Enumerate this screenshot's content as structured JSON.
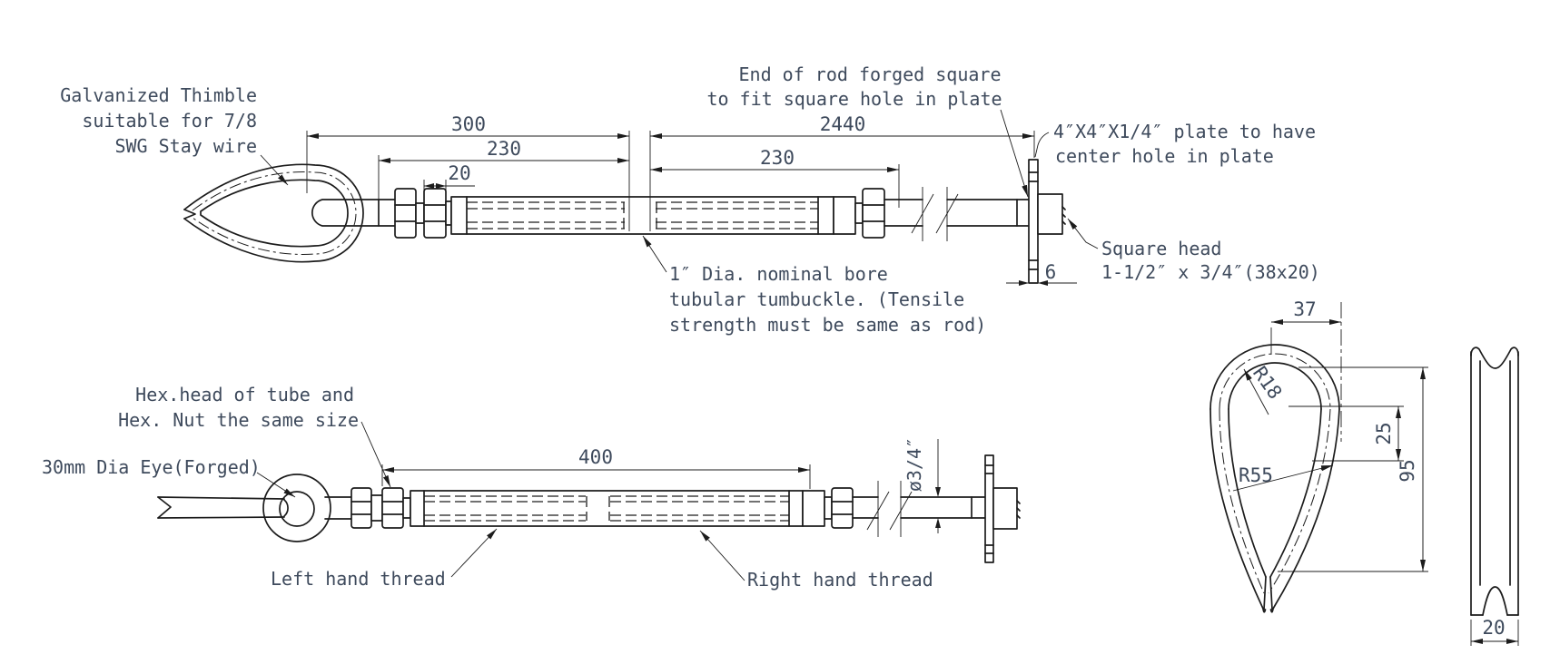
{
  "colors": {
    "line": "#1c1c1c",
    "text": "#3e4a5c",
    "background": "#ffffff"
  },
  "notes": {
    "thimble": [
      "Galvanized Thimble",
      "suitable for 7/8",
      "SWG Stay wire"
    ],
    "rod_end": [
      "End of rod forged square",
      "to fit square hole in plate"
    ],
    "plate": [
      "4″X4″X1/4″ plate to have",
      "center hole in plate"
    ],
    "square_head": [
      "Square head",
      "1-1/2″ x 3/4″(38x20)"
    ],
    "turnbuckle": [
      "1″ Dia. nominal bore",
      "tubular tumbuckle. (Tensile",
      "strength must be same as rod)"
    ],
    "hex": [
      "Hex.head of tube and",
      "Hex. Nut the same size"
    ],
    "eye": "30mm Dia Eye(Forged)",
    "left_thread": "Left hand thread",
    "right_thread": "Right hand thread",
    "rod_dia": "ø3/4″"
  },
  "dims": {
    "top_overall_left": "300",
    "top_tube_left": "230",
    "top_nut": "20",
    "top_overall_right": "2440",
    "top_tube_right": "230",
    "plate_thickness": "6",
    "bottom_tube": "400",
    "thimble_top_width": "37",
    "thimble_groove_radius": "R18",
    "thimble_throat": "25",
    "thimble_side_radius": "R55",
    "thimble_height": "95",
    "thimble_section_width": "20"
  }
}
